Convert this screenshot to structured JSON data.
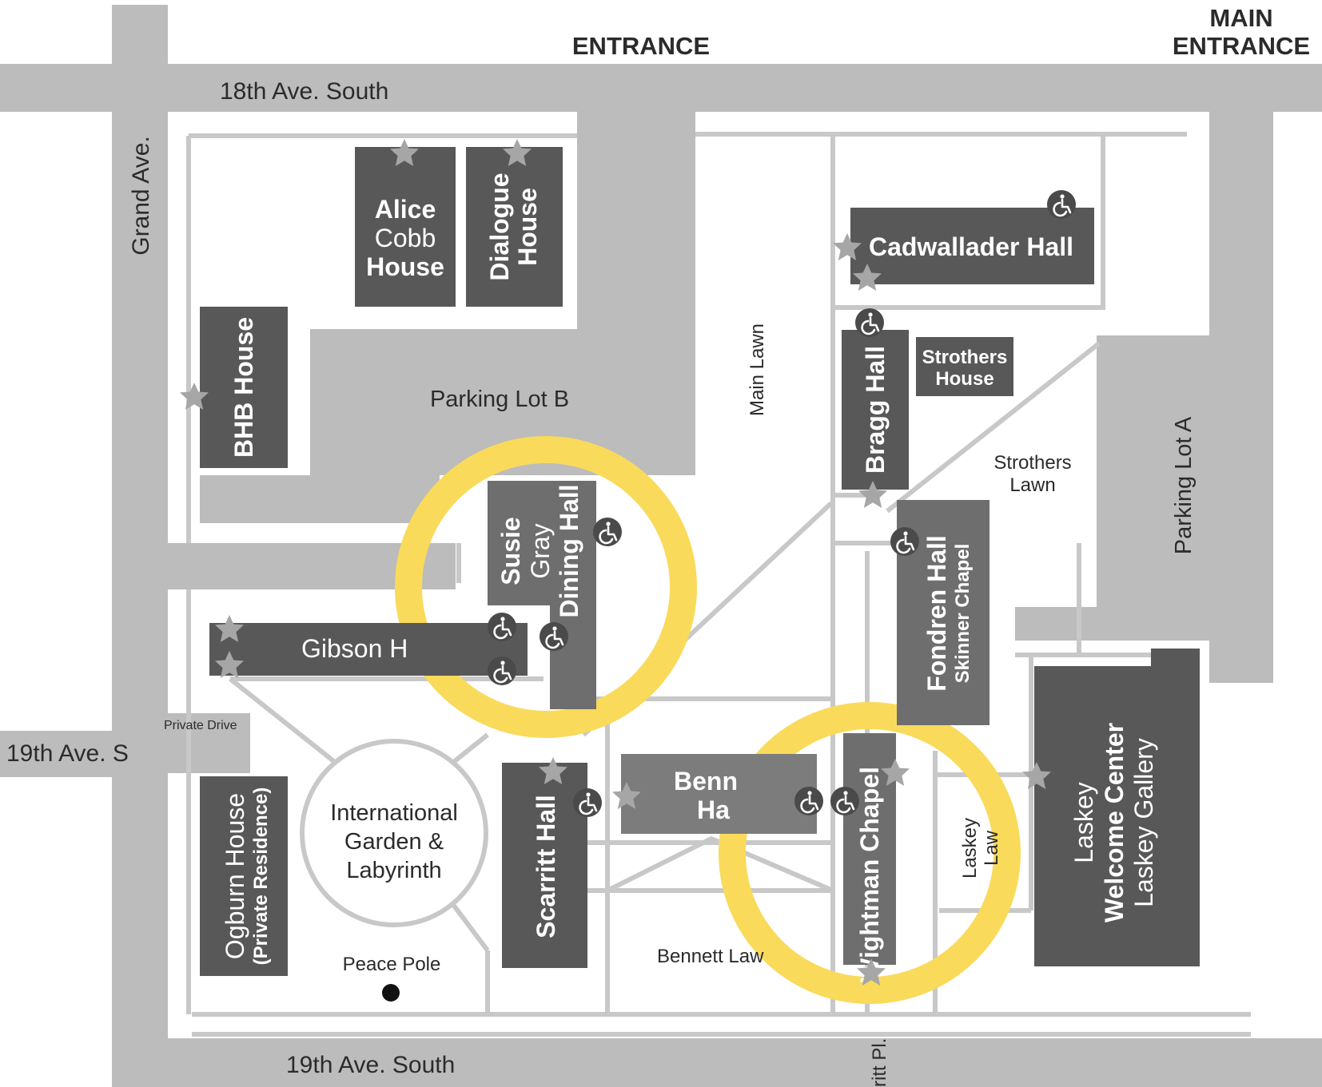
{
  "headings": {
    "entrance": "ENTRANCE",
    "main_entrance_line1": "MAIN",
    "main_entrance_line2": "ENTRANCE"
  },
  "streets": {
    "eighteenth_ave": "18th Ave. South",
    "grand_ave": "Grand Ave.",
    "nineteenth_ave_s": "19th Ave. S",
    "nineteenth_ave_south": "19th Ave. South",
    "private_drive": "Private Drive",
    "scarritt_pl": "ritt Pl."
  },
  "buildings": {
    "alice_cobb": [
      "Alice",
      "Cobb",
      "House"
    ],
    "dialogue_house": [
      "Dialogue",
      "House"
    ],
    "bhb_house": "BHB House",
    "cadwallader": "Cadwallader Hall",
    "bragg_hall": "Bragg Hall",
    "strothers_house": [
      "Strothers",
      "House"
    ],
    "susie_gray": [
      "Susie",
      "Gray",
      "Dining Hall"
    ],
    "gibson_hall": "Gibson H",
    "fondren_hall": "Fondren Hall",
    "skinner_chapel": "Skinner Chapel",
    "ogburn_house": "Ogburn House",
    "ogburn_note": "(Private Residence)",
    "scarritt_hall": "Scarritt Hall",
    "bennett_hall": [
      "Benn",
      "Ha"
    ],
    "wightman_chapel": "Wightman Chapel",
    "laskey": [
      "Laskey",
      "Welcome Center",
      "Laskey Gallery"
    ]
  },
  "areas": {
    "parking_lot_b": "Parking Lot B",
    "parking_lot_a": "Parking Lot A",
    "main_lawn": "Main Lawn",
    "strothers_lawn": [
      "Strothers",
      "Lawn"
    ],
    "garden": [
      "International",
      "Garden &",
      "Labyrinth"
    ],
    "peace_pole": "Peace Pole",
    "bennett_lawn": "Bennett Law",
    "laskey_lawn": [
      "Laskey",
      "Law"
    ]
  },
  "highlights": [
    {
      "target": "Susie Gray Dining Hall",
      "color": "#f9da5b"
    },
    {
      "target": "Wightman Chapel",
      "color": "#f9da5b"
    }
  ],
  "markers": {
    "star": "star-icon",
    "accessible": "wheelchair-icon",
    "peace_pole": "dot-icon"
  },
  "colors": {
    "road": "#bcbcbc",
    "building_dark": "#585858",
    "building_mid": "#6e6e6e",
    "building_light": "#7c7c7c",
    "path": "#c8c8c8",
    "star": "#a6a6a6",
    "highlight": "#f9da5b"
  }
}
